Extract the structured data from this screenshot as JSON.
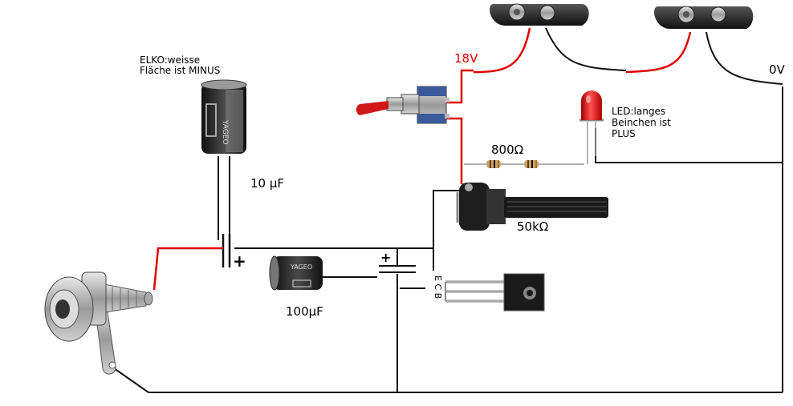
{
  "labels": {
    "elko_note_line1": "ELKO:weisse",
    "elko_note_line2": "Fläche ist MINUS",
    "cap_small_value": "10 µF",
    "cap_large_value": "100µF",
    "cap_large_body_text": "YAGEO",
    "cap_small_body_text": "YAGEO",
    "voltage_plus": "18V",
    "voltage_zero": "0V",
    "resistor_value": "800Ω",
    "pot_value": "50kΩ",
    "led_note_line1": "LED:langes",
    "led_note_line2": "Beinchen ist",
    "led_note_line3": "PLUS",
    "cap_polarity_plus": "+",
    "cap_polarity_plus_2": "+",
    "transistor_pins": "E C B"
  },
  "colors": {
    "wire_black": "#111111",
    "wire_red": "#e00000",
    "led_red": "#e01010",
    "capacitor_body": "#2a2a2a",
    "capacitor_stripe": "#8a8a8a",
    "connector_metal": "#b8b8b8",
    "toggle_lever": "#d01818",
    "toggle_body": "#3a5a9a"
  }
}
